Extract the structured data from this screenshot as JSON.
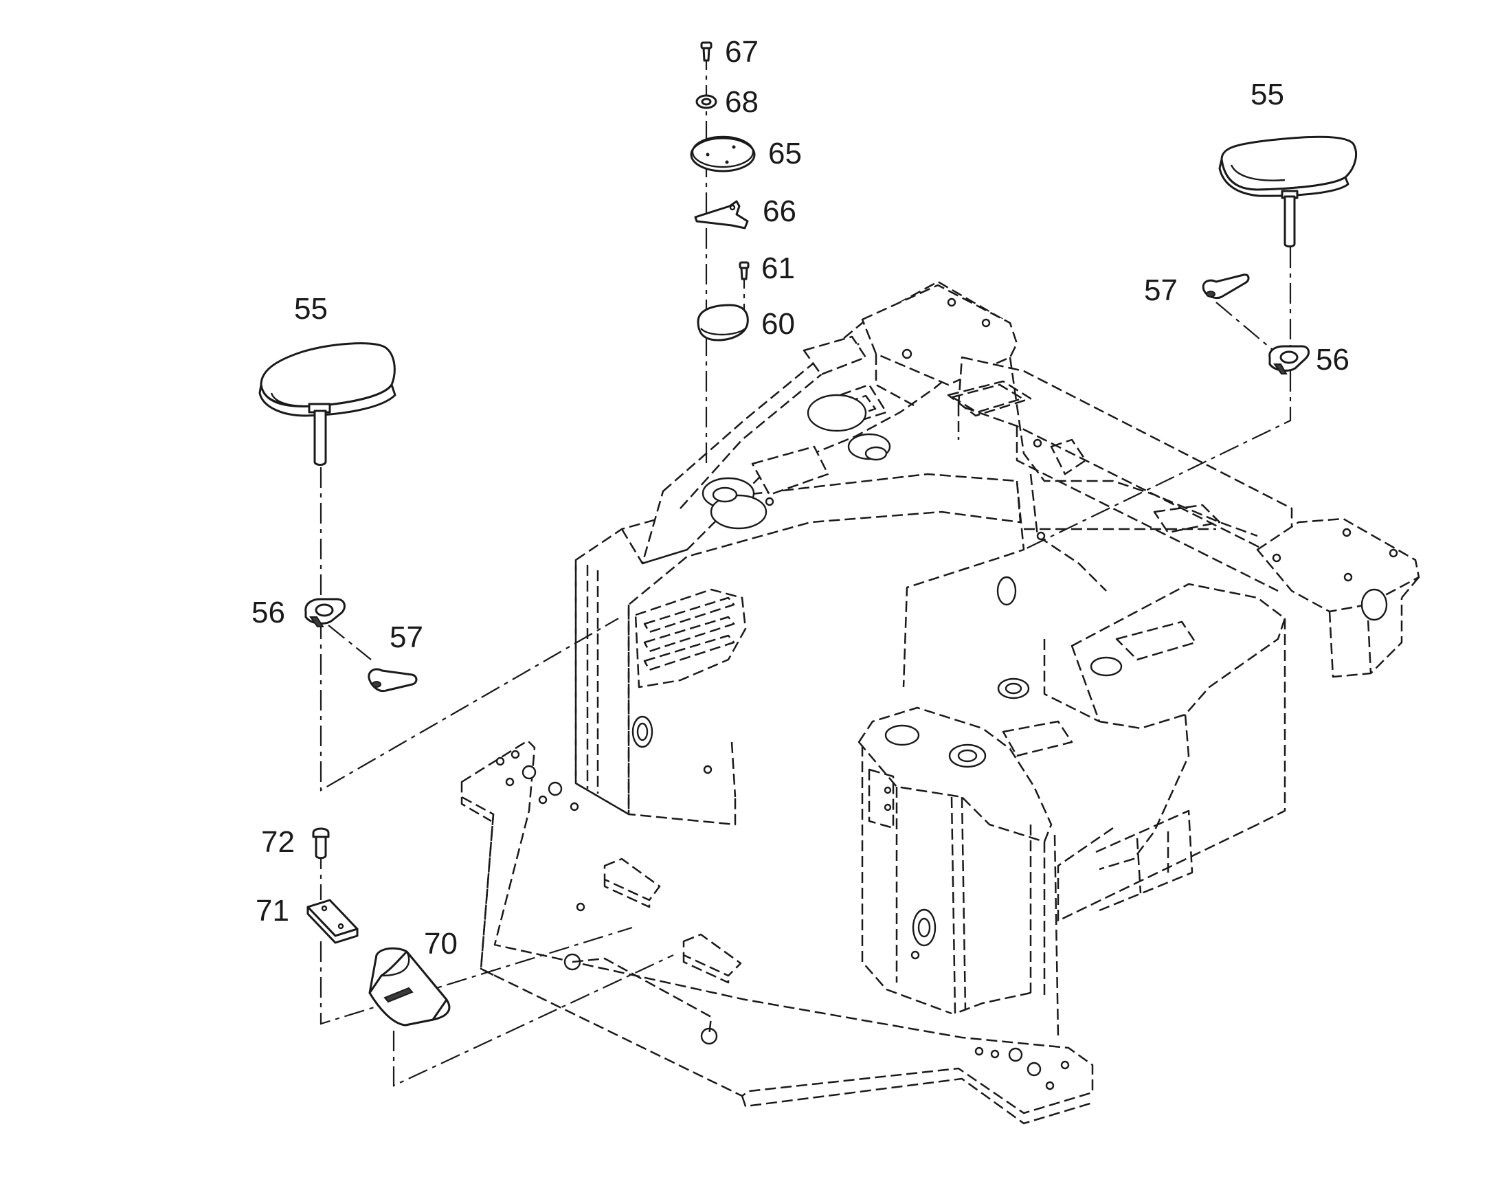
{
  "callouts": [
    {
      "id": "c67",
      "text": "67"
    },
    {
      "id": "c68",
      "text": "68"
    },
    {
      "id": "c65",
      "text": "65"
    },
    {
      "id": "c66",
      "text": "66"
    },
    {
      "id": "c61",
      "text": "61"
    },
    {
      "id": "c60",
      "text": "60"
    },
    {
      "id": "c55r",
      "text": "55"
    },
    {
      "id": "c57r",
      "text": "57"
    },
    {
      "id": "c56r",
      "text": "56"
    },
    {
      "id": "c55l",
      "text": "55"
    },
    {
      "id": "c56l",
      "text": "56"
    },
    {
      "id": "c57l",
      "text": "57"
    },
    {
      "id": "c72",
      "text": "72"
    },
    {
      "id": "c71",
      "text": "71"
    },
    {
      "id": "c70",
      "text": "70"
    }
  ]
}
